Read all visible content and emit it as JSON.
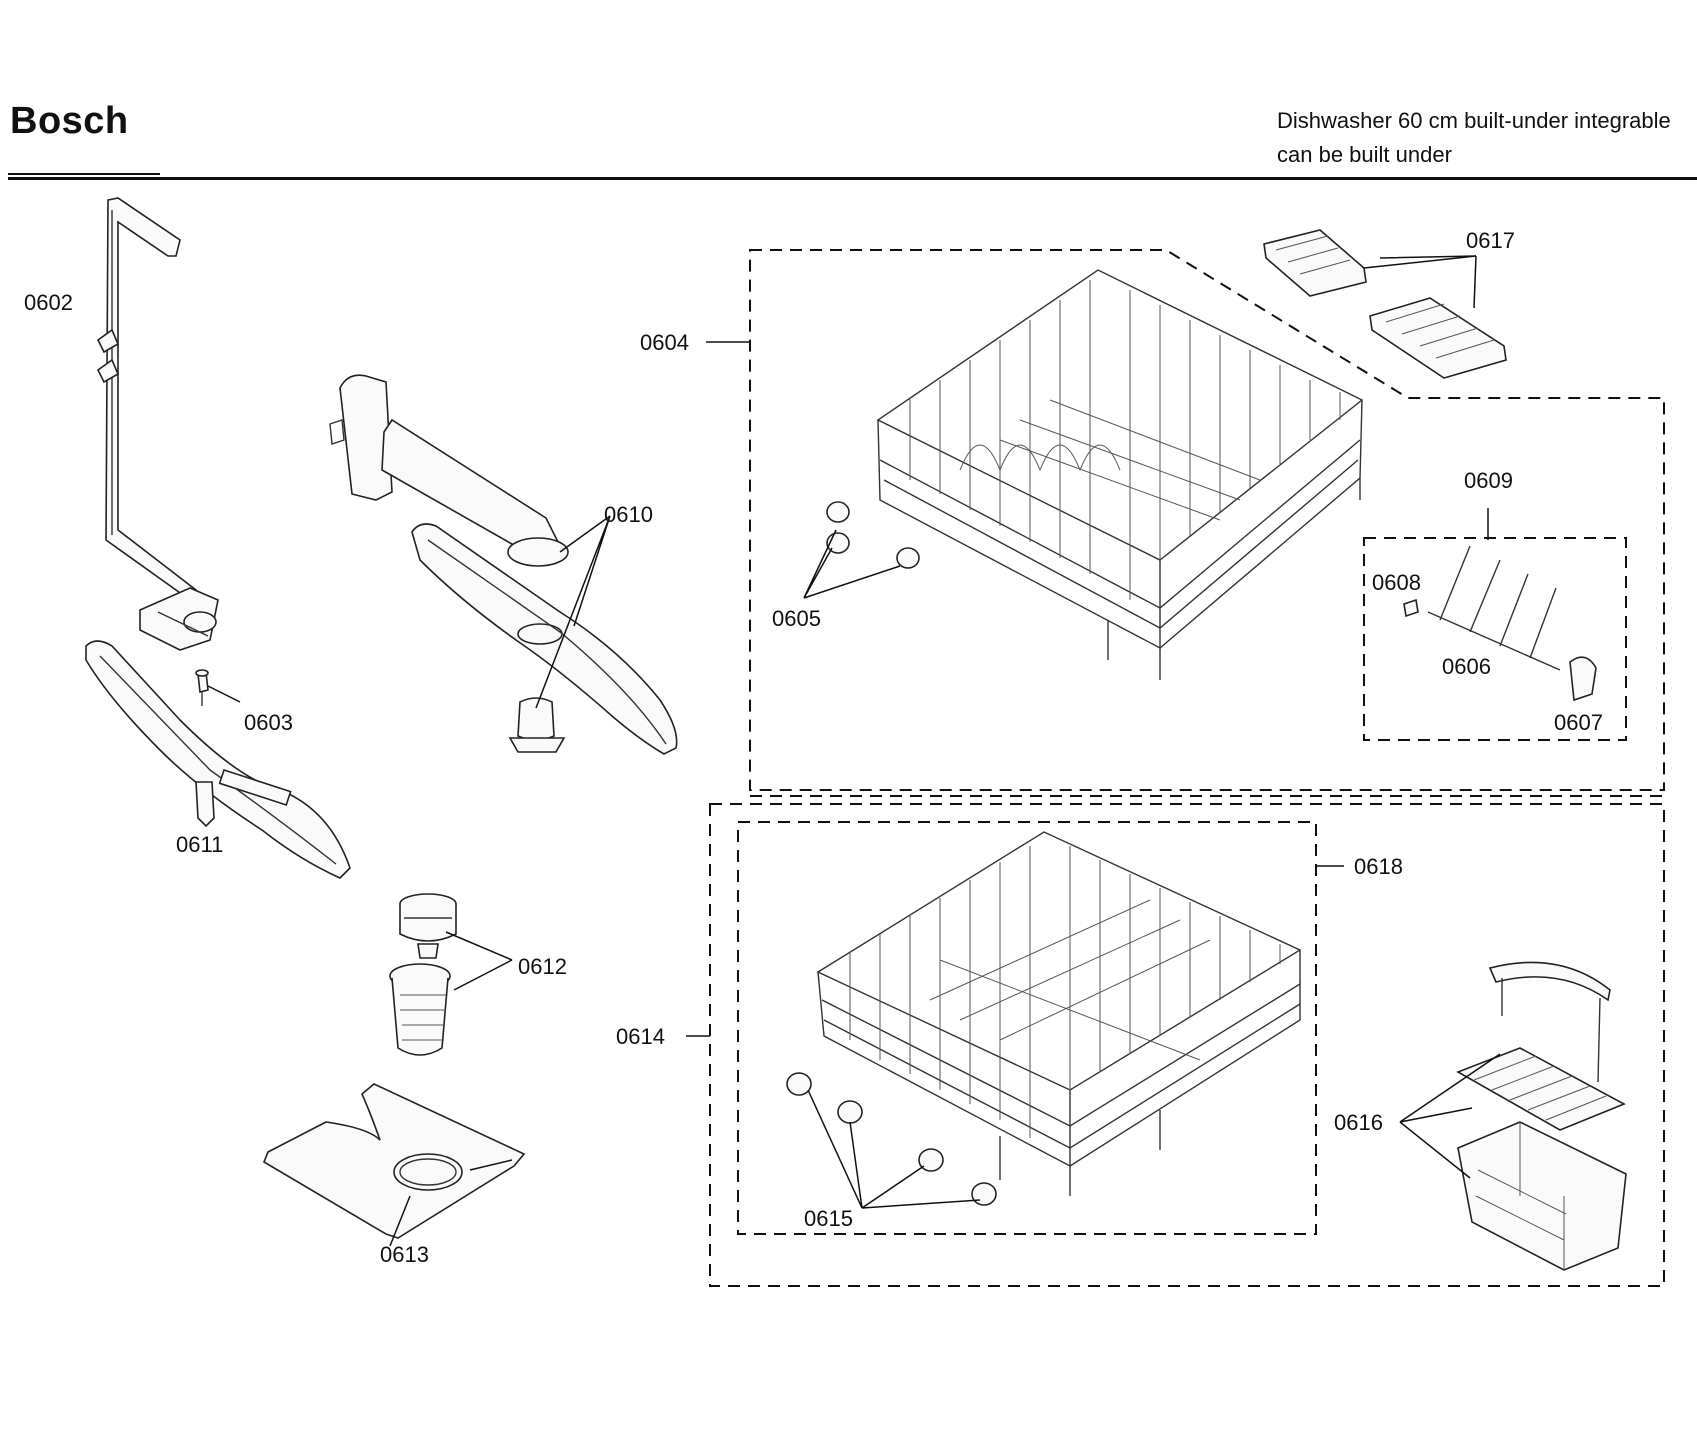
{
  "header": {
    "brand": "Bosch",
    "subtitle_line1": "Dishwasher 60 cm built-under integrable",
    "subtitle_line2": "can be built under"
  },
  "callouts": {
    "c0602": "0602",
    "c0603": "0603",
    "c0604": "0604",
    "c0605": "0605",
    "c0606": "0606",
    "c0607": "0607",
    "c0608": "0608",
    "c0609": "0609",
    "c0610": "0610",
    "c0611": "0611",
    "c0612": "0612",
    "c0613": "0613",
    "c0614": "0614",
    "c0615": "0615",
    "c0616": "0616",
    "c0617": "0617",
    "c0618": "0618"
  }
}
